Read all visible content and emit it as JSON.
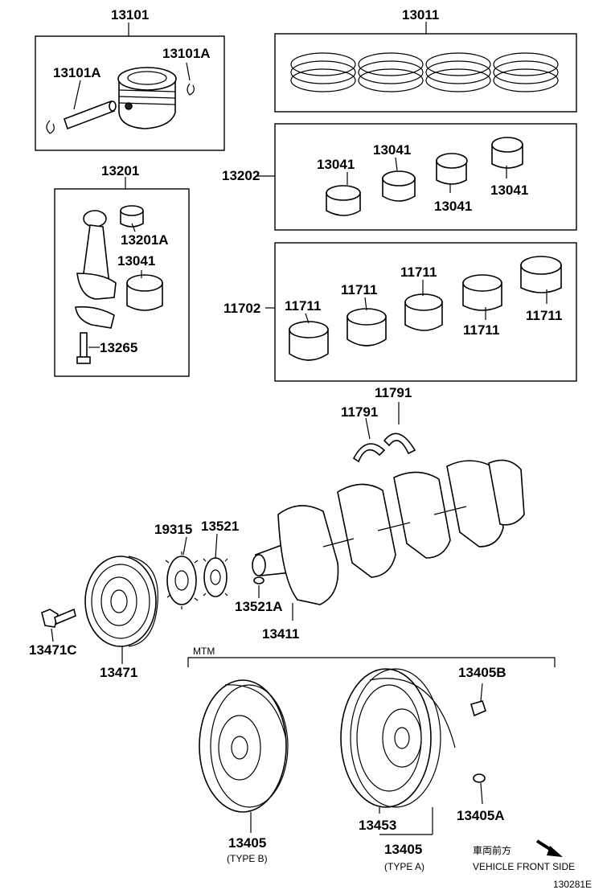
{
  "labels": {
    "piston_set": "13101",
    "piston_pin": "13101A",
    "piston_clip": "13101A",
    "ring_set": "13011",
    "conrod_bearing_set": "13202",
    "conrod_bearing_1": "13041",
    "conrod_bearing_2": "13041",
    "conrod_bearing_3": "13041",
    "conrod_bearing_4": "13041",
    "conrod": "13201",
    "conrod_bushing": "13201A",
    "conrod_bearing_single": "13041",
    "conrod_bolt": "13265",
    "main_bearing_set": "11702",
    "main_bearing_1": "11711",
    "main_bearing_2": "11711",
    "main_bearing_3": "11711",
    "main_bearing_4": "11711",
    "main_bearing_5": "11711",
    "thrust_washer_1": "11791",
    "thrust_washer_2": "11791",
    "oil_pump_gear": "19315",
    "timing_gear": "13521",
    "key": "13521A",
    "crankshaft": "13411",
    "pulley_bolt": "13471C",
    "pulley": "13471",
    "mtm": "MTM",
    "flywheel_bolt": "13405B",
    "flywheel_dowel": "13405A",
    "ring_gear": "13453",
    "flywheel_b": "13405",
    "flywheel_b_type": "(TYPE B)",
    "flywheel_a": "13405",
    "flywheel_a_type": "(TYPE A)",
    "front_jp": "車両前方",
    "front_en": "VEHICLE FRONT SIDE",
    "diagram_id": "130281E"
  }
}
